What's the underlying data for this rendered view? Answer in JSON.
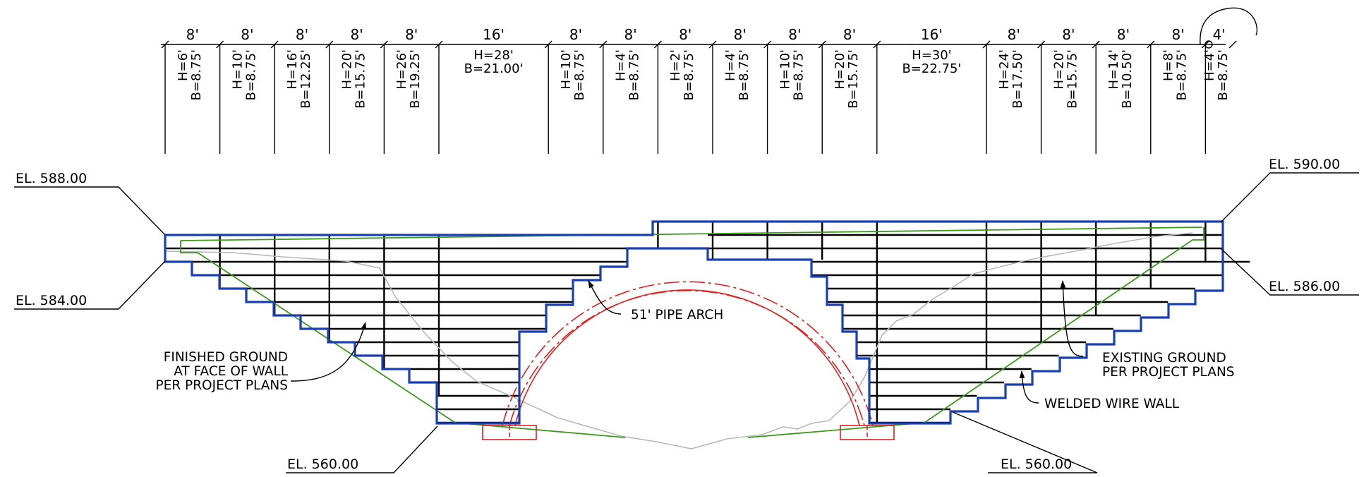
{
  "colors": {
    "wall": "#1a3fb0",
    "grid": "#000000",
    "finished_ground": "#3a9a1a",
    "existing_ground": "#b8b8b8",
    "pipe_arch": "#e02020",
    "annotation": "#000000"
  },
  "segments": [
    {
      "width": "8'",
      "h": "H=6'",
      "b": "B=8.75'"
    },
    {
      "width": "8'",
      "h": "H=10'",
      "b": "B=8.75'"
    },
    {
      "width": "8'",
      "h": "H=16'",
      "b": "B=12.25'"
    },
    {
      "width": "8'",
      "h": "H=20'",
      "b": "B=15.75'"
    },
    {
      "width": "8'",
      "h": "H=26'",
      "b": "B=19.25'"
    },
    {
      "width": "16'",
      "h": "H=28'",
      "b": "B=21.00'"
    },
    {
      "width": "8'",
      "h": "H=10'",
      "b": "B=8.75'"
    },
    {
      "width": "8'",
      "h": "H=4'",
      "b": "B=8.75'"
    },
    {
      "width": "8'",
      "h": "H=2'",
      "b": "B=8.75'"
    },
    {
      "width": "8'",
      "h": "H=4'",
      "b": "B=8.75'"
    },
    {
      "width": "8'",
      "h": "H=10'",
      "b": "B=8.75'"
    },
    {
      "width": "8'",
      "h": "H=20'",
      "b": "B=15.75'"
    },
    {
      "width": "16'",
      "h": "H=30'",
      "b": "B=22.75'"
    },
    {
      "width": "8'",
      "h": "H=24'",
      "b": "B=17.50'"
    },
    {
      "width": "8'",
      "h": "H=20'",
      "b": "B=15.75'"
    },
    {
      "width": "8'",
      "h": "H=14'",
      "b": "B=10.50'"
    },
    {
      "width": "8'",
      "h": "H=8'",
      "b": "B=8.75'"
    },
    {
      "width": "4'",
      "h": "H=4'",
      "b": "B=8.75'"
    }
  ],
  "elevations": {
    "top_left": "EL. 588.00",
    "mid_left": "EL. 584.00",
    "bottom_left": "EL. 560.00",
    "top_right": "EL. 590.00",
    "mid_right": "EL. 586.00",
    "bottom_right": "EL. 560.00"
  },
  "callouts": {
    "pipe_arch": "51' PIPE ARCH",
    "finished_ground": [
      "FINISHED GROUND",
      "AT FACE OF WALL",
      "PER PROJECT PLANS"
    ],
    "existing_ground": [
      "EXISTING GROUND",
      "PER PROJECT PLANS"
    ],
    "welded_wire_wall": "WELDED WIRE WALL"
  }
}
